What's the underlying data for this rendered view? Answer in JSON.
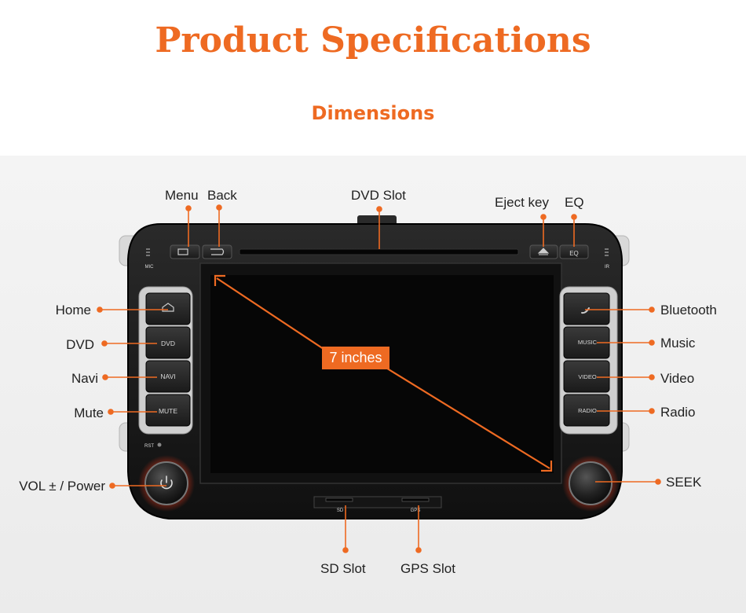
{
  "header": {
    "title": "Product Specifications",
    "subtitle": "Dimensions"
  },
  "device": {
    "screen_size": "7 inches",
    "printed": {
      "mic": "MIC",
      "ir": "IR",
      "rst": "RST",
      "sd": "SD",
      "gps": "GPS",
      "eq": "EQ",
      "dvd": "DVD",
      "navi": "NAVI",
      "mute": "MUTE",
      "music": "MUSIC",
      "video": "VIDEO",
      "radio": "RADIO"
    }
  },
  "callouts": {
    "menu": "Menu",
    "back": "Back",
    "dvd_slot": "DVD Slot",
    "eject_key": "Eject key",
    "eq": "EQ",
    "home": "Home",
    "dvd": "DVD",
    "navi": "Navi",
    "mute": "Mute",
    "vol_power": "VOL ±  / Power",
    "bluetooth": "Bluetooth",
    "music": "Music",
    "video": "Video",
    "radio": "Radio",
    "seek": "SEEK",
    "sd_slot": "SD Slot",
    "gps_slot": "GPS Slot"
  },
  "colors": {
    "accent": "#ee6a22",
    "device_body": "#1c1c1c",
    "screen": "#060606",
    "button": "#2a2a2a",
    "button_text": "#d8d8d8",
    "label_text": "#222222"
  }
}
